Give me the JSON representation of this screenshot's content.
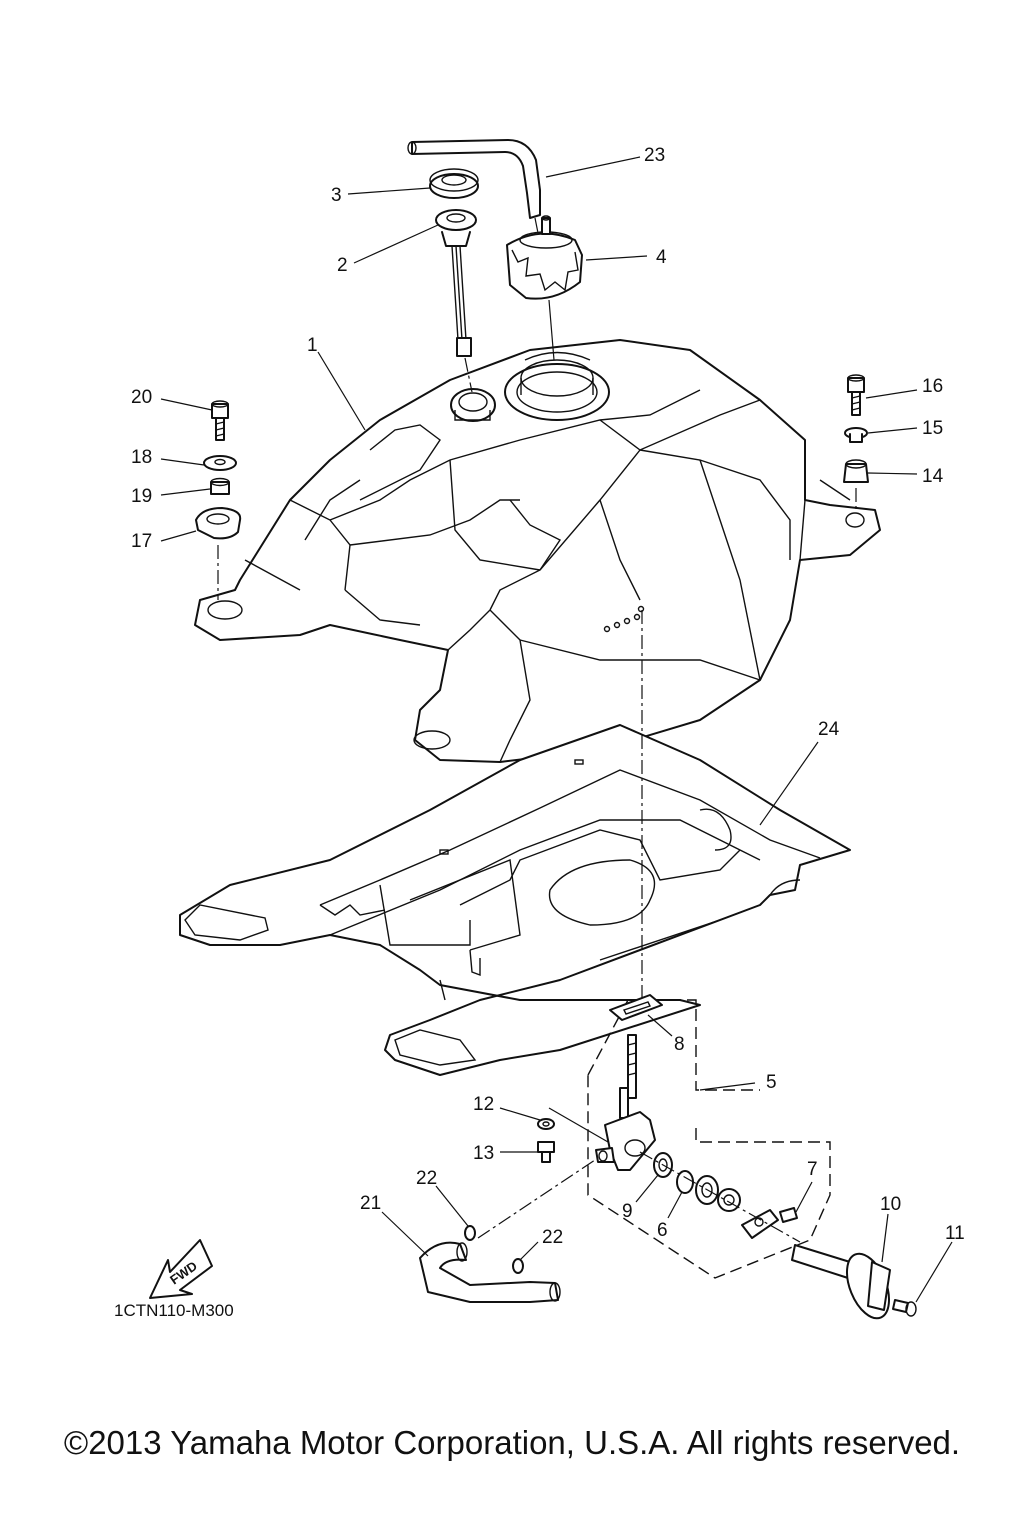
{
  "diagram": {
    "callouts": [
      "1",
      "2",
      "3",
      "4",
      "5",
      "6",
      "7",
      "8",
      "9",
      "10",
      "11",
      "12",
      "13",
      "14",
      "15",
      "16",
      "17",
      "18",
      "19",
      "20",
      "21",
      "22",
      "22",
      "23",
      "24"
    ],
    "fwd_label": "FWD",
    "drawing_code": "1CTN110-M300"
  },
  "footer": {
    "copyright": "©2013 Yamaha Motor Corporation, U.S.A. All rights reserved."
  }
}
